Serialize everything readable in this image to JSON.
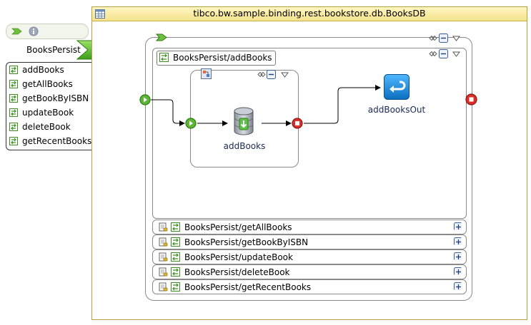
{
  "process": {
    "title": "tibco.bw.sample.binding.rest.bookstore.db.BooksDB"
  },
  "palette": {
    "service_name": "BooksPersist",
    "operations": [
      {
        "label": "addBooks"
      },
      {
        "label": "getAllBooks"
      },
      {
        "label": "getBookByISBN"
      },
      {
        "label": "updateBook"
      },
      {
        "label": "deleteBook"
      },
      {
        "label": "getRecentBooks"
      }
    ]
  },
  "scope": {
    "expanded_operation": "BooksPersist/addBooks",
    "activity_label": "addBooks",
    "reply_label": "addBooksOut",
    "collapsed_operations": [
      {
        "label": "BooksPersist/getAllBooks"
      },
      {
        "label": "BooksPersist/getBookByISBN"
      },
      {
        "label": "BooksPersist/updateBook"
      },
      {
        "label": "BooksPersist/deleteBook"
      },
      {
        "label": "BooksPersist/getRecentBooks"
      }
    ]
  },
  "colors": {
    "start": "#5fb636",
    "end": "#d9302b",
    "reply": "#1b8fdc",
    "frame_border": "#b9a23e",
    "arrow_green": "#52b32a"
  }
}
